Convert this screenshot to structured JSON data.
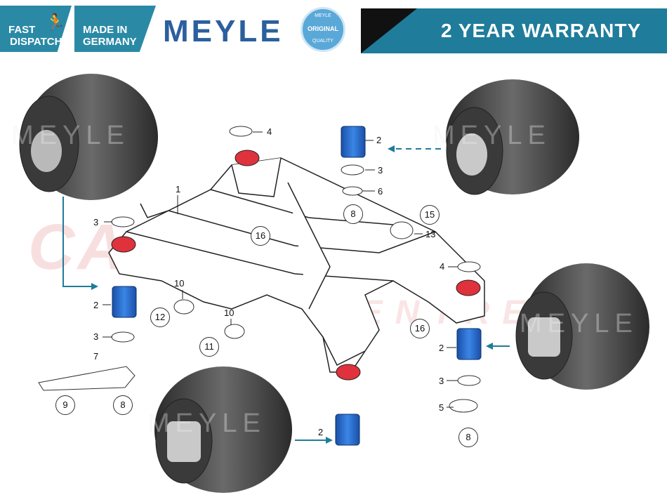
{
  "banner": {
    "fast_dispatch": [
      "FAST",
      "DISPATCH"
    ],
    "made_in": [
      "MADE IN",
      "GERMANY"
    ],
    "brand": "MEYLE",
    "seal": [
      "MEYLE",
      "ORIGINAL",
      "QUALITY"
    ],
    "warranty": "2 YEAR WARRANTY"
  },
  "watermark": {
    "text1": "CARPARTS",
    "text2": "CENTRE",
    "bushing_labels": [
      "MEYLE",
      "MEYLE",
      "MEYLE",
      "MEYLE"
    ]
  },
  "diagram": {
    "labels": {
      "l1": "1",
      "l2a": "2",
      "l2b": "2",
      "l2c": "2",
      "l2d": "2",
      "l3a": "3",
      "l3b": "3",
      "l3c": "3",
      "l3d": "3",
      "l4a": "4",
      "l4b": "4",
      "l5": "5",
      "l6": "6",
      "l7": "7",
      "l8a": "8",
      "l8b": "8",
      "l8c": "8",
      "l9": "9",
      "l10a": "10",
      "l10b": "10",
      "l11": "11",
      "l12": "12",
      "l13": "13",
      "l15": "15",
      "l16a": "16",
      "l16b": "16"
    }
  },
  "colors": {
    "accent": "#2a8aa6",
    "bushing_red": "#e0323c",
    "bushing_blue": "#1e64c8"
  }
}
